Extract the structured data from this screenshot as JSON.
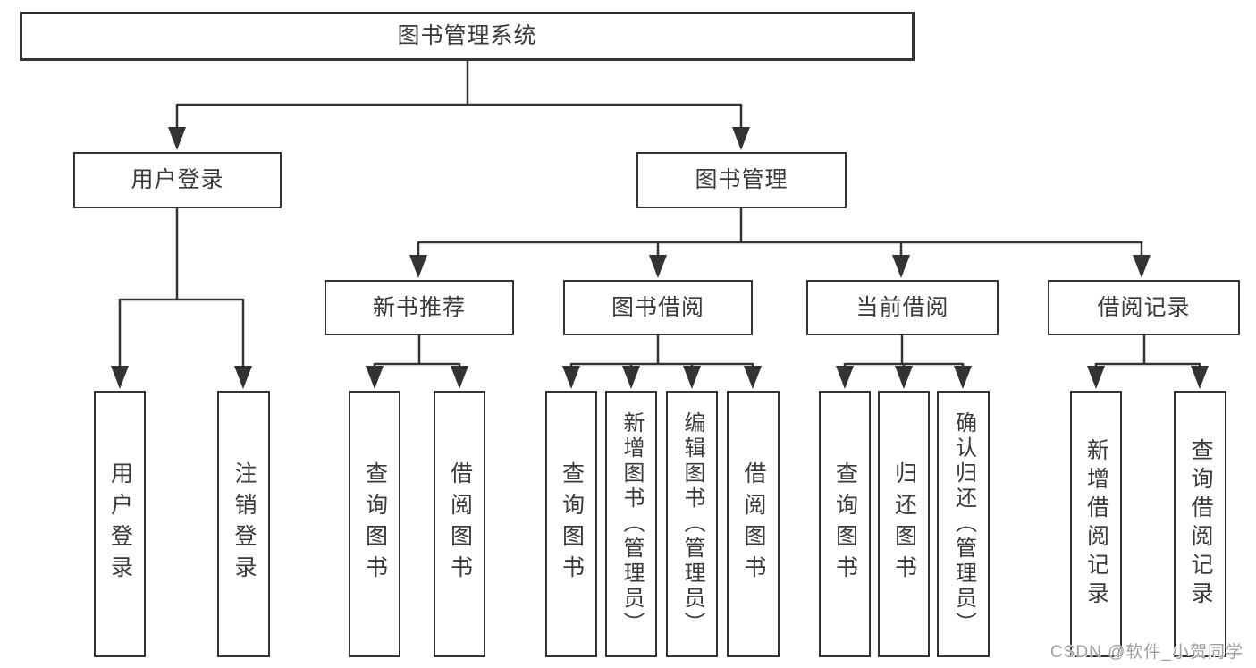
{
  "colors": {
    "line": "#333333",
    "text": "#3a3a3a",
    "box_background": "#ffffff",
    "watermark": "#9e9e9e"
  },
  "tree": {
    "root": "图书管理系统",
    "branches": [
      {
        "label": "用户登录",
        "children": [
          "用户登录",
          "注销登录"
        ]
      },
      {
        "label": "图书管理",
        "groups": [
          {
            "label": "新书推荐",
            "children": [
              "查询图书",
              "借阅图书"
            ]
          },
          {
            "label": "图书借阅",
            "children": [
              "查询图书",
              "新增图书（管理员）",
              "编辑图书（管理员）",
              "借阅图书"
            ]
          },
          {
            "label": "当前借阅",
            "children": [
              "查询图书",
              "归还图书",
              "确认归还（管理员）"
            ]
          },
          {
            "label": "借阅记录",
            "children": [
              "新增借阅记录",
              "查询借阅记录"
            ]
          }
        ]
      }
    ]
  },
  "watermark": {
    "text": "CSDN @软件_小贺同学"
  }
}
